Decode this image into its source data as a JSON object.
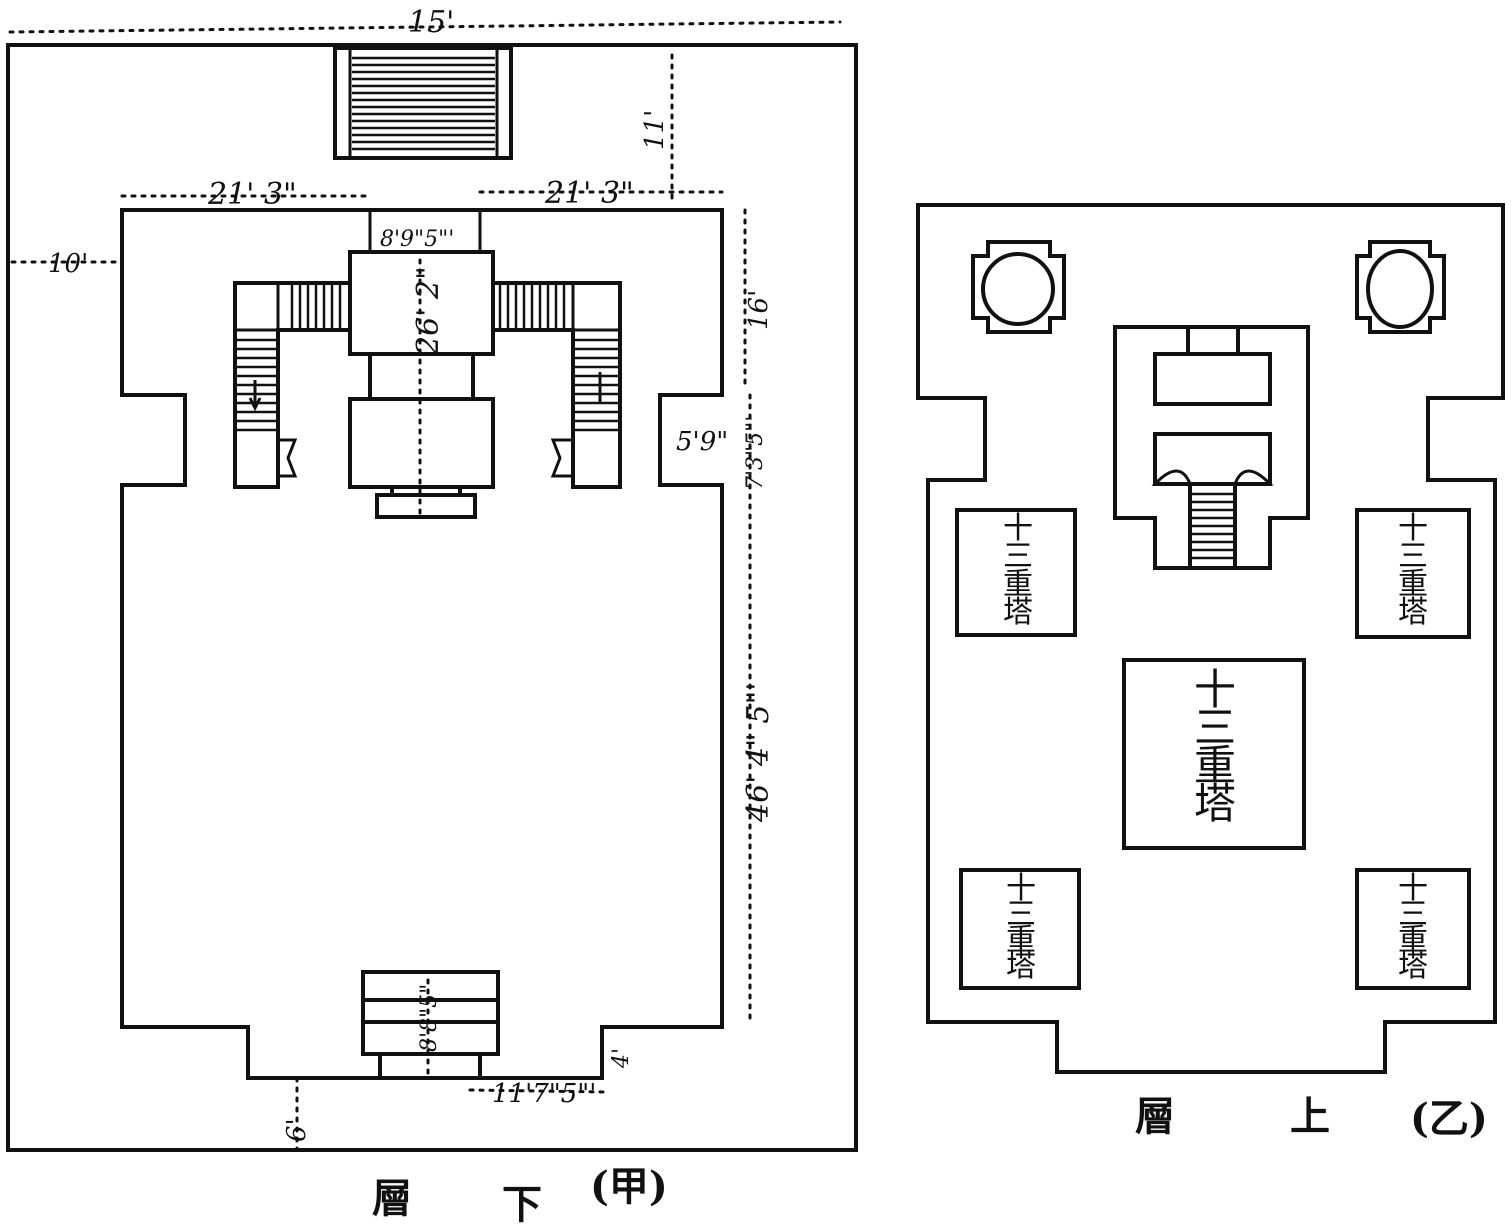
{
  "lower_floor": {
    "caption_chars": [
      "層",
      "下"
    ],
    "caption_tag": "(甲)",
    "dimensions": {
      "top_width": "15'",
      "stair_depth": "11'",
      "left_span": "21' 3\"",
      "right_span": "21' 3\"",
      "left_margin": "10'",
      "altar_width": "8'9\"5\"'",
      "altar_depth": "26' 2\"",
      "right_margin": "16'",
      "wing_width": "5'9\"",
      "wing_depth": "7'3\"5\"'",
      "hall_depth": "46' 4\" 5\"'",
      "bottom_step": "8'8\"5\"",
      "bottom_gap": "4'",
      "bottom_margin": "6'",
      "bottom_width": "11'7\"5\"'"
    }
  },
  "upper_floor": {
    "caption_chars": [
      "層",
      "上"
    ],
    "caption_tag": "(乙)",
    "pagoda_small": [
      "十",
      "三",
      "重",
      "塔"
    ],
    "pagoda_big": [
      "十",
      "三",
      "重",
      "塔"
    ]
  }
}
